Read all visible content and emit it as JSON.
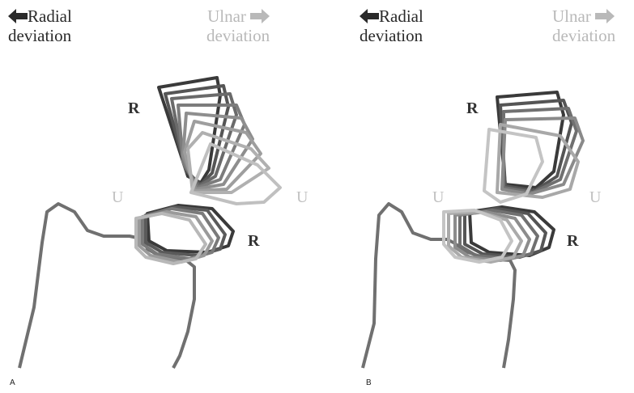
{
  "panels": [
    {
      "id": "A",
      "letter": "A",
      "radial_line1": "Radial",
      "radial_line2": "deviation",
      "ulnar_line1": "Ulnar",
      "ulnar_line2": "deviation",
      "label_r_upper": "R",
      "label_r_lower": "R",
      "label_u_left": "U",
      "label_u_right": "U"
    },
    {
      "id": "B",
      "letter": "B",
      "radial_line1": "Radial",
      "radial_line2": "deviation",
      "ulnar_line1": "Ulnar",
      "ulnar_line2": "deviation",
      "label_r_upper": "R",
      "label_r_lower": "R",
      "label_u_left": "U",
      "label_u_right": "U"
    }
  ],
  "colors": {
    "radial": "#2a2a2a",
    "ulnar": "#b9b9b9",
    "bone": "#6e6e6e"
  }
}
